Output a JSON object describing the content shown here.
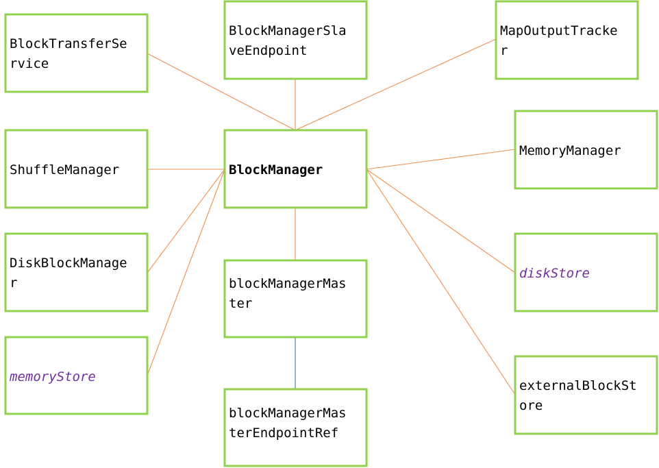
{
  "nodes": {
    "block_transfer_service": {
      "lines": [
        "BlockTransferSe",
        "rvice"
      ],
      "style": "normal"
    },
    "block_manager_slave_endpoint": {
      "lines": [
        "BlockManagerSla",
        "veEndpoint"
      ],
      "style": "normal"
    },
    "map_output_tracker": {
      "lines": [
        "MapOutputTracke",
        "r"
      ],
      "style": "normal"
    },
    "shuffle_manager": {
      "lines": [
        "ShuffleManager"
      ],
      "style": "normal"
    },
    "block_manager": {
      "lines": [
        "BlockManager"
      ],
      "style": "bold"
    },
    "memory_manager": {
      "lines": [
        "MemoryManager"
      ],
      "style": "normal"
    },
    "disk_block_manager": {
      "lines": [
        "DiskBlockManage",
        "r"
      ],
      "style": "normal"
    },
    "block_manager_master": {
      "lines": [
        "blockManagerMas",
        "ter"
      ],
      "style": "normal"
    },
    "disk_store": {
      "lines": [
        "diskStore"
      ],
      "style": "italic"
    },
    "memory_store": {
      "lines": [
        "memoryStore"
      ],
      "style": "italic"
    },
    "external_block_store": {
      "lines": [
        "externalBlockSt",
        "ore"
      ],
      "style": "normal"
    },
    "block_manager_master_endpoint_ref": {
      "lines": [
        "blockManagerMas",
        "terEndpointRef"
      ],
      "style": "normal"
    }
  },
  "edges": [
    {
      "from": "block_transfer_service",
      "to": "block_manager",
      "color": "#ed8f4f"
    },
    {
      "from": "block_manager_slave_endpoint",
      "to": "block_manager",
      "color": "#ed8f4f"
    },
    {
      "from": "map_output_tracker",
      "to": "block_manager",
      "color": "#ed8f4f"
    },
    {
      "from": "shuffle_manager",
      "to": "block_manager",
      "color": "#ed8f4f"
    },
    {
      "from": "memory_manager",
      "to": "block_manager",
      "color": "#ed8f4f"
    },
    {
      "from": "disk_block_manager",
      "to": "block_manager",
      "color": "#ed8f4f"
    },
    {
      "from": "memory_store",
      "to": "block_manager",
      "color": "#ed8f4f"
    },
    {
      "from": "block_manager_master",
      "to": "block_manager",
      "color": "#ed8f4f"
    },
    {
      "from": "disk_store",
      "to": "block_manager",
      "color": "#ed8f4f"
    },
    {
      "from": "external_block_store",
      "to": "block_manager",
      "color": "#ed8f4f"
    },
    {
      "from": "block_manager_master_endpoint_ref",
      "to": "block_manager_master",
      "color": "#41719c"
    }
  ],
  "colors": {
    "box_border": "#92d050",
    "edge_default": "#ed8f4f",
    "edge_master_ref": "#41719c",
    "italic_text": "#7030a0"
  }
}
